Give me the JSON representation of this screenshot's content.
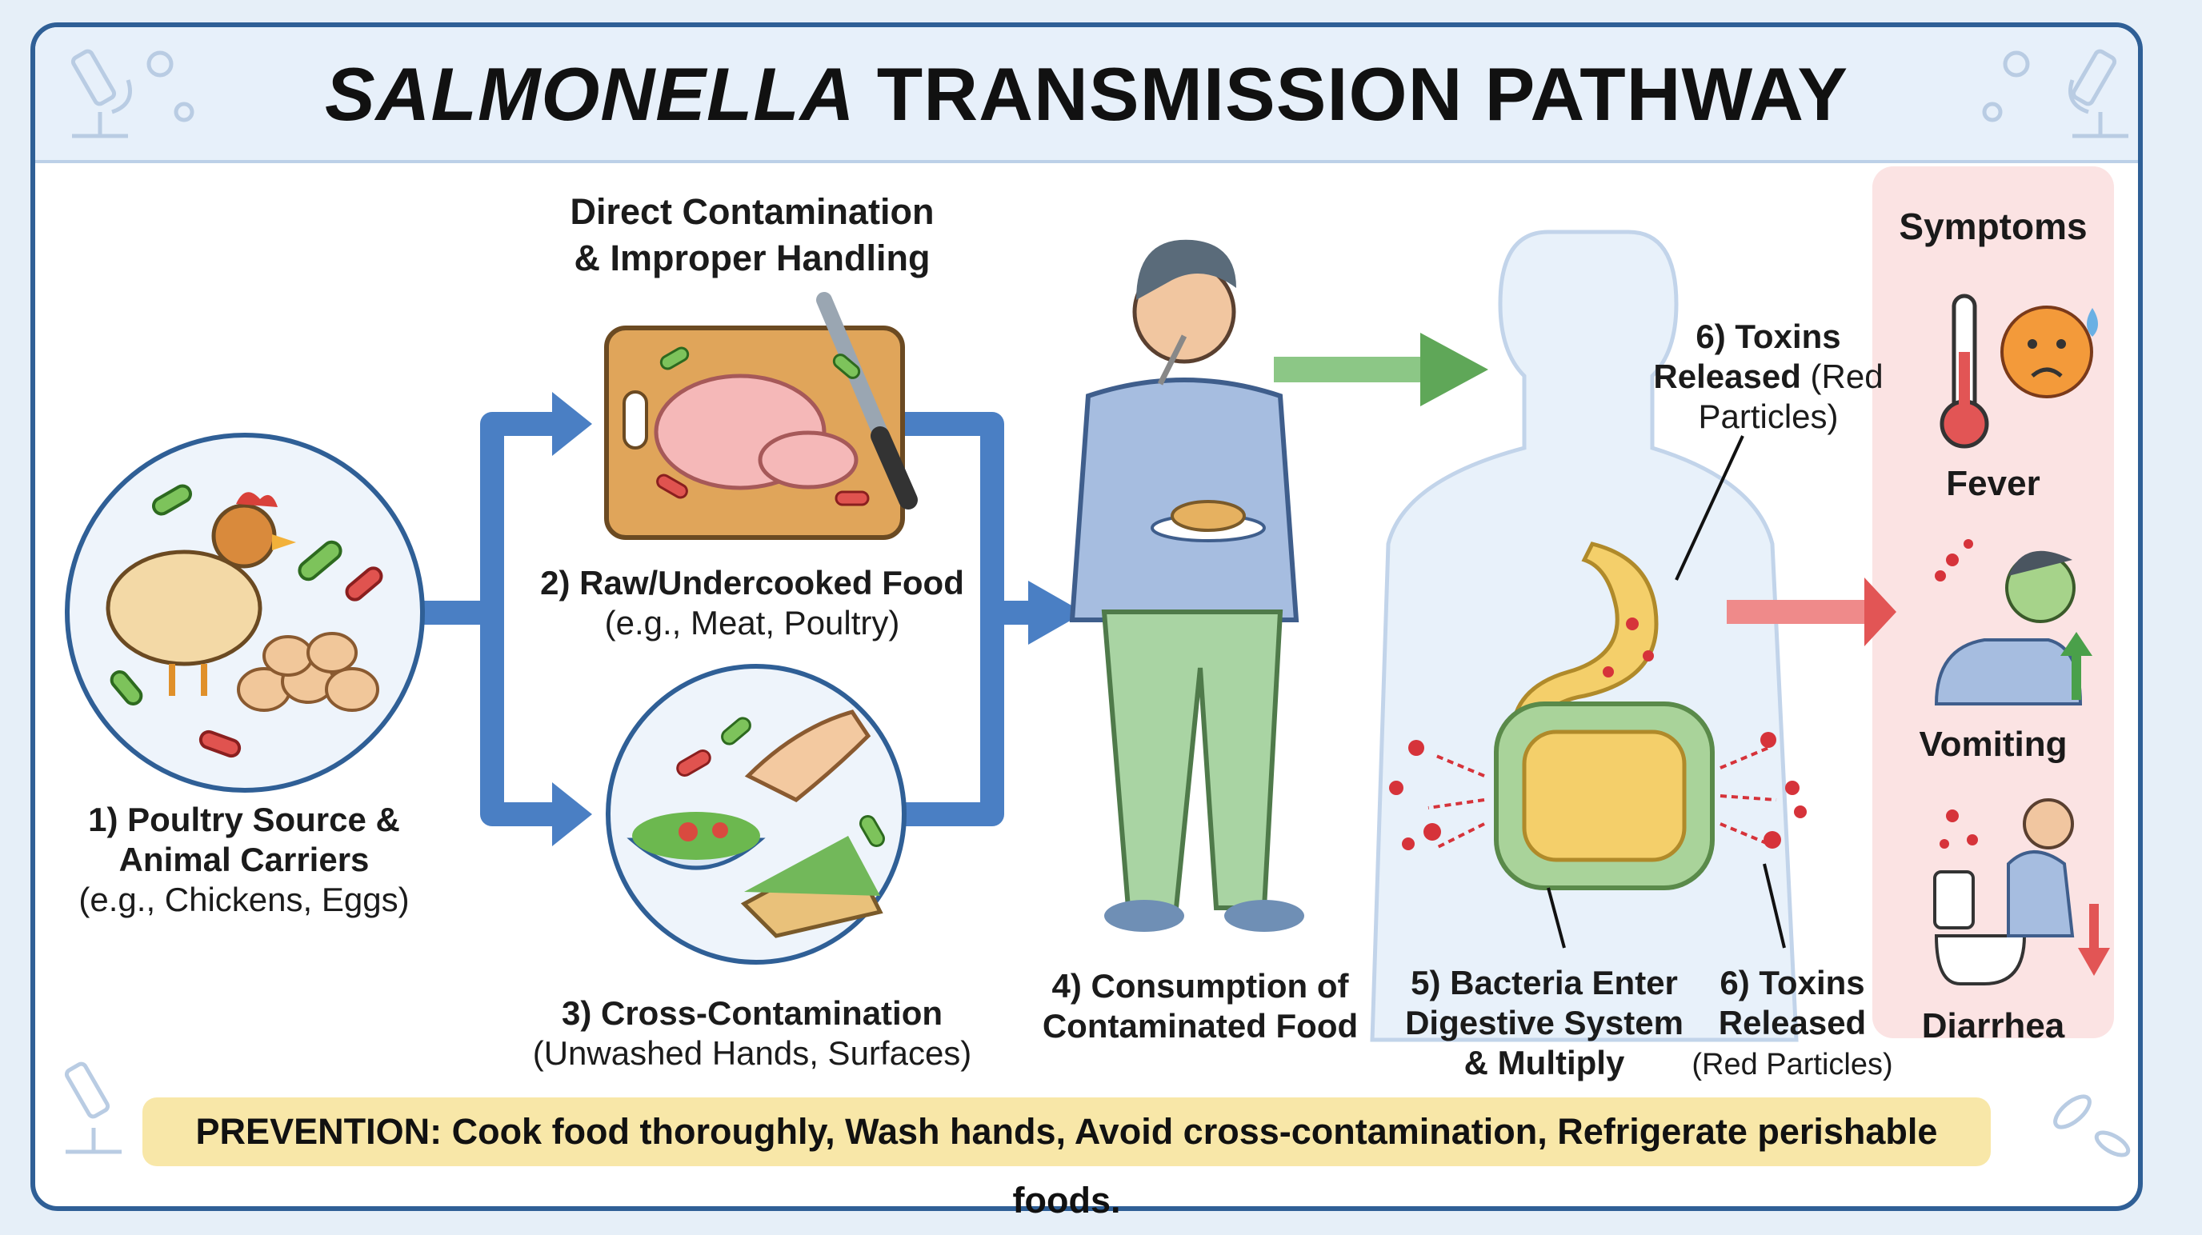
{
  "title": {
    "italic": "SALMONELLA",
    "rest": " TRANSMISSION PATHWAY"
  },
  "steps": {
    "step1": {
      "line1": "1) Poultry Source &",
      "line2": "Animal Carriers",
      "sub": "(e.g., Chickens, Eggs)"
    },
    "header2": {
      "line1": "Direct Contamination",
      "line2": "& Improper Handling"
    },
    "step2": {
      "line1": "2) Raw/Undercooked Food",
      "sub": "(e.g., Meat, Poultry)"
    },
    "step3": {
      "line1": "3) Cross-Contamination",
      "sub": "(Unwashed Hands, Surfaces)"
    },
    "step4": {
      "line1": "4) Consumption of",
      "line2": "Contaminated Food"
    },
    "step5": {
      "line1": "5) Bacteria Enter",
      "line2": "Digestive System",
      "line3": "& Multiply"
    },
    "step6a": {
      "line1": "6) Toxins",
      "line2_bold": "Released",
      "line2_rest": " (Red",
      "line3": "Particles)"
    },
    "step6b": {
      "line1": "6) Toxins",
      "line2": "Released",
      "sub": "(Red Particles)"
    }
  },
  "symptoms": {
    "title": "Symptoms",
    "items": [
      "Fever",
      "Vomiting",
      "Diarrhea"
    ]
  },
  "prevention": "PREVENTION: Cook food thoroughly, Wash hands, Avoid cross-contamination, Refrigerate perishable foods.",
  "colors": {
    "frame": "#2f5f96",
    "flow_arrow": "#4a7fc4",
    "ingest_arrow": "#6fb368",
    "symptom_arrow": "#e25555",
    "toxin": "#d6333a",
    "prevention_bg": "#f8e7a8"
  }
}
